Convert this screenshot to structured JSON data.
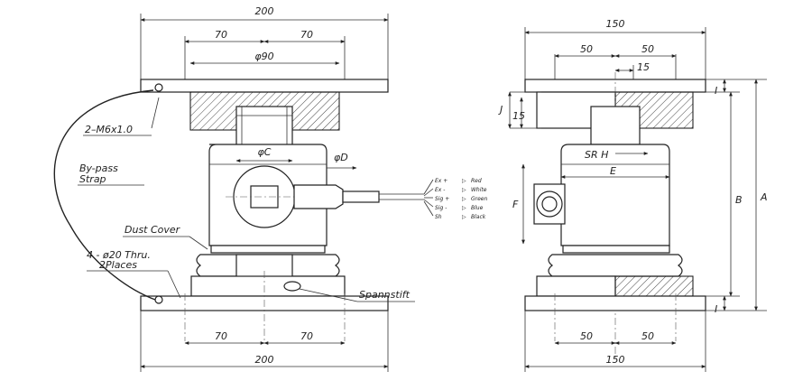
{
  "front_view": {
    "dim_top_width": "200",
    "dim_top_left_70": "70",
    "dim_top_right_70": "70",
    "dim_phi90": "φ90",
    "dim_phiC": "φC",
    "dim_phiD": "φD",
    "dim_bottom_left_70": "70",
    "dim_bottom_right_70": "70",
    "dim_bottom_width": "200",
    "label_m6": "2–M6x1.0",
    "label_bypass_1": "By-pass",
    "label_bypass_2": "Strap",
    "label_dust_cover": "Dust Cover",
    "label_holes_1": "4 - ø20 Thru.",
    "label_holes_2": "2Places",
    "label_spannstift": "Spannstift"
  },
  "wiring": [
    {
      "pin": "Ex +",
      "color": "Red"
    },
    {
      "pin": "Ex -",
      "color": "White"
    },
    {
      "pin": "Sig +",
      "color": "Green"
    },
    {
      "pin": "Sig -",
      "color": "Blue"
    },
    {
      "pin": "Sh",
      "color": "Black"
    }
  ],
  "side_view": {
    "dim_top_width": "150",
    "dim_top_left_50": "50",
    "dim_top_right_50": "50",
    "dim_15_h": "15",
    "dim_15_v": "15",
    "dim_J": "J",
    "dim_I_top": "I",
    "dim_I_bottom": "I",
    "dim_SRH": "SR H",
    "dim_E": "E",
    "dim_F": "F",
    "dim_B": "B",
    "dim_A": "A",
    "dim_bottom_left_50": "50",
    "dim_bottom_right_50": "50",
    "dim_bottom_width": "150"
  }
}
